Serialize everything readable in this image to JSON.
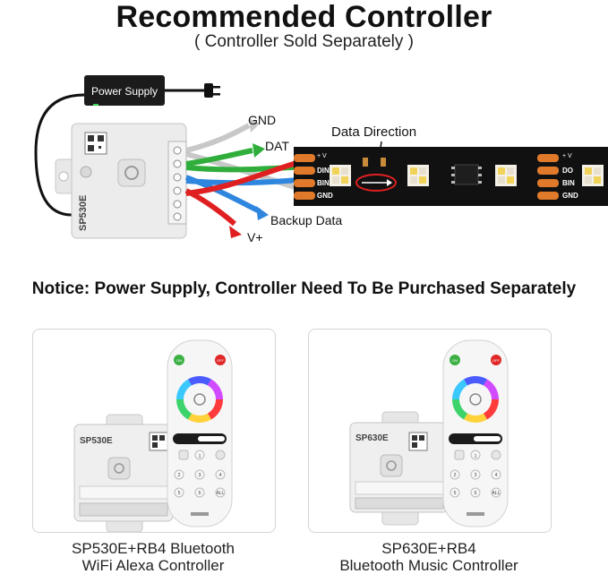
{
  "header": {
    "title": "Recommended Controller",
    "subtitle": "( Controller Sold Separately )"
  },
  "diagram": {
    "power_supply_label": "Power Supply",
    "controller_model": "SP530E",
    "wire_labels": {
      "gnd": "GND",
      "dat": "DAT",
      "backup": "Backup Data",
      "vplus": "V+"
    },
    "data_direction_label": "Data Direction",
    "strip_pads_left": [
      "+ V",
      "DIN",
      "BIN",
      "GND"
    ],
    "strip_pads_right": [
      "+ V",
      "DO",
      "BIN",
      "GND"
    ],
    "colors": {
      "gnd_wire": "#c8c8c8",
      "dat_wire": "#2fae3c",
      "backup_wire": "#2e86de",
      "vplus_wire": "#e02020",
      "strip": "#111111",
      "pad": "#e07a2a"
    }
  },
  "notice": "Notice: Power Supply, Controller Need To Be Purchased Separately",
  "products": [
    {
      "controller_model": "SP530E",
      "remote_on": "ON",
      "remote_off": "OFF",
      "remote_buttons": [
        "1",
        "2",
        "3",
        "4",
        "5",
        "6",
        "ALL"
      ],
      "caption_line1": "SP530E+RB4 Bluetooth",
      "caption_line2": "WiFi Alexa Controller"
    },
    {
      "controller_model": "SP630E",
      "remote_on": "ON",
      "remote_off": "OFF",
      "remote_buttons": [
        "1",
        "2",
        "3",
        "4",
        "5",
        "6",
        "ALL"
      ],
      "caption_line1": "SP630E+RB4",
      "caption_line2": "Bluetooth Music Controller"
    }
  ]
}
